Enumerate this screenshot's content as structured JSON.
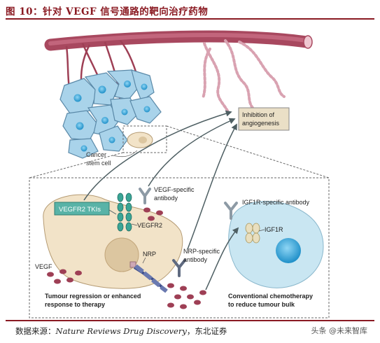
{
  "figure": {
    "title": "图 10：针对 VEGF 信号通路的靶向治疗药物",
    "source_prefix": "数据来源：",
    "source_publication": "Nature Reviews Drug Discovery",
    "source_suffix": "，东北证券",
    "watermark": "头条 @未来智库"
  },
  "labels": {
    "cancer_stem_cell": [
      "Cancer",
      "stem cell"
    ],
    "inhibition": [
      "Inhibition of",
      "angiogenesis"
    ],
    "vegfr2_tkis": "VEGFR2 TKIs",
    "vegf_antibody": [
      "VEGF-specific",
      "antibody"
    ],
    "vegfr2": "VEGFR2",
    "nrp_antibody": [
      "NRP-specific",
      "antibody"
    ],
    "nrp": "NRP",
    "vegf": "VEGF",
    "igf1r_antibody": "IGF1R-specific antibody",
    "igf1r": "IGF1R",
    "tumour_regression": [
      "Tumour regression or enhanced",
      "response to therapy"
    ],
    "chemotherapy": [
      "Conventional chemotherapy",
      "to reduce tumour bulk"
    ]
  },
  "colors": {
    "title": "#8a1a22",
    "vessel": "#b0546a",
    "cell_fill": "#a9d3ea",
    "cell_stroke": "#5a89a8",
    "nucleus": "#3aa6d8",
    "tumour_cell": "#f2e3c8",
    "receptor": "#3aa596",
    "vegf_dot": "#9e3f55",
    "antibody": "#8d9aa5",
    "arrow": "#4e5f63"
  }
}
